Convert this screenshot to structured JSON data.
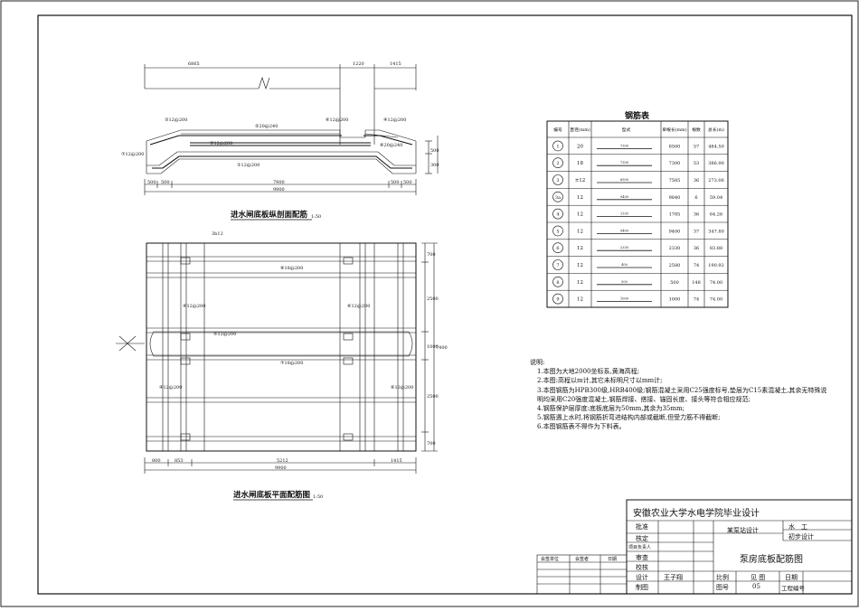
{
  "drawing": {
    "section_title": "进水闸底板纵剖面配筋",
    "section_scale": "1:50",
    "plan_title": "进水闸底板平面配筋图",
    "plan_scale": "1:50",
    "section_top_dims": [
      "6865",
      "1220",
      "1415"
    ],
    "section_bottom_dims": [
      "500",
      "500",
      "7900",
      "500",
      "500"
    ],
    "section_total": "9900",
    "section_right_dims": [
      "500",
      "300"
    ],
    "section_bars": [
      "①12@200",
      "②20@240",
      "③12@200",
      "④12@200",
      "⑤12@200",
      "⑥12@200",
      "⑦12@200",
      "⑧20@240"
    ],
    "plan_bottom_dims": [
      "800",
      "853",
      "5212",
      "1415"
    ],
    "plan_total": "9900",
    "plan_right_dims": [
      "700",
      "2500",
      "1000",
      "2500",
      "700"
    ],
    "plan_right_total": "7400",
    "plan_bars": [
      "3b12",
      "⑧18@200",
      "⑤12@200",
      "④12@200",
      "⑥12@200",
      "⑦18@200",
      "④12@200",
      "⑥12@200"
    ]
  },
  "rebar_table": {
    "title": "钢筋表",
    "headers": [
      "编号",
      "直径(mm)",
      "型式",
      "单根长(mm)",
      "根数",
      "总长(m)"
    ],
    "rows": [
      {
        "no": "1",
        "dia": "20",
        "shape": "7300",
        "len": "8500",
        "count": "57",
        "total": "484.50"
      },
      {
        "no": "2",
        "dia": "18",
        "shape": "7300",
        "len": "7300",
        "count": "53",
        "total": "386.90"
      },
      {
        "no": "3",
        "dia": "±12",
        "shape": "6500",
        "len": "7585",
        "count": "36",
        "total": "273.06"
      },
      {
        "no": "3a",
        "dia": "12",
        "shape": "9400",
        "len": "9840",
        "count": "6",
        "total": "59.04"
      },
      {
        "no": "4",
        "dia": "12",
        "shape": "1335",
        "len": "1785",
        "count": "36",
        "total": "64.26"
      },
      {
        "no": "5",
        "dia": "12",
        "shape": "9400",
        "len": "9400",
        "count": "37",
        "total": "347.80"
      },
      {
        "no": "6",
        "dia": "12",
        "shape": "2330",
        "len": "2330",
        "count": "36",
        "total": "83.88"
      },
      {
        "no": "7",
        "dia": "12",
        "shape": "400",
        "len": "2580",
        "count": "74",
        "total": "190.92"
      },
      {
        "no": "8",
        "dia": "12",
        "shape": "500",
        "len": "500",
        "count": "148",
        "total": "74.00"
      },
      {
        "no": "9",
        "dia": "12",
        "shape": "1000",
        "len": "1000",
        "count": "74",
        "total": "74.00"
      }
    ]
  },
  "notes": {
    "title": "说明:",
    "items": [
      "1.本图为大地2000坐标系,黄海高程;",
      "2.本图:高程以m计,其它未标明尺寸以mm计;",
      "3.本图钢筋为HPB300级,HRB400级;钢筋混凝土采用C25强度标号,垫层为C15素混凝土,其余无特殊说明均采用C20强度混凝土,钢筋焊接、搭接、锚固长度、接头等符合相应规范;",
      "4.钢筋保护层厚度:底板底层为50mm,其余为35mm;",
      "5.钢筋遇上水时,将钢筋折弯进结构内部或截断,但受力筋不得截断;",
      "6.本图钢筋表不得作为下料表。"
    ]
  },
  "title_block": {
    "school": "安徽农业大学水电学院毕业设计",
    "project": "某泵站设计",
    "discipline": "水　工",
    "stage": "初步设计",
    "drawing_name": "泵房底板配筋图",
    "roles": [
      "批准",
      "核定",
      "项目负责人",
      "审查",
      "校核",
      "设计",
      "制图"
    ],
    "designer": "王子翔",
    "scale_label": "比例",
    "scale_value": "见 图",
    "date_label": "日期",
    "sheet_label": "图号",
    "sheet_value": "05",
    "project_no_label": "工程编号",
    "sign_headers": [
      "会签单位",
      "会签者",
      "日期"
    ]
  }
}
